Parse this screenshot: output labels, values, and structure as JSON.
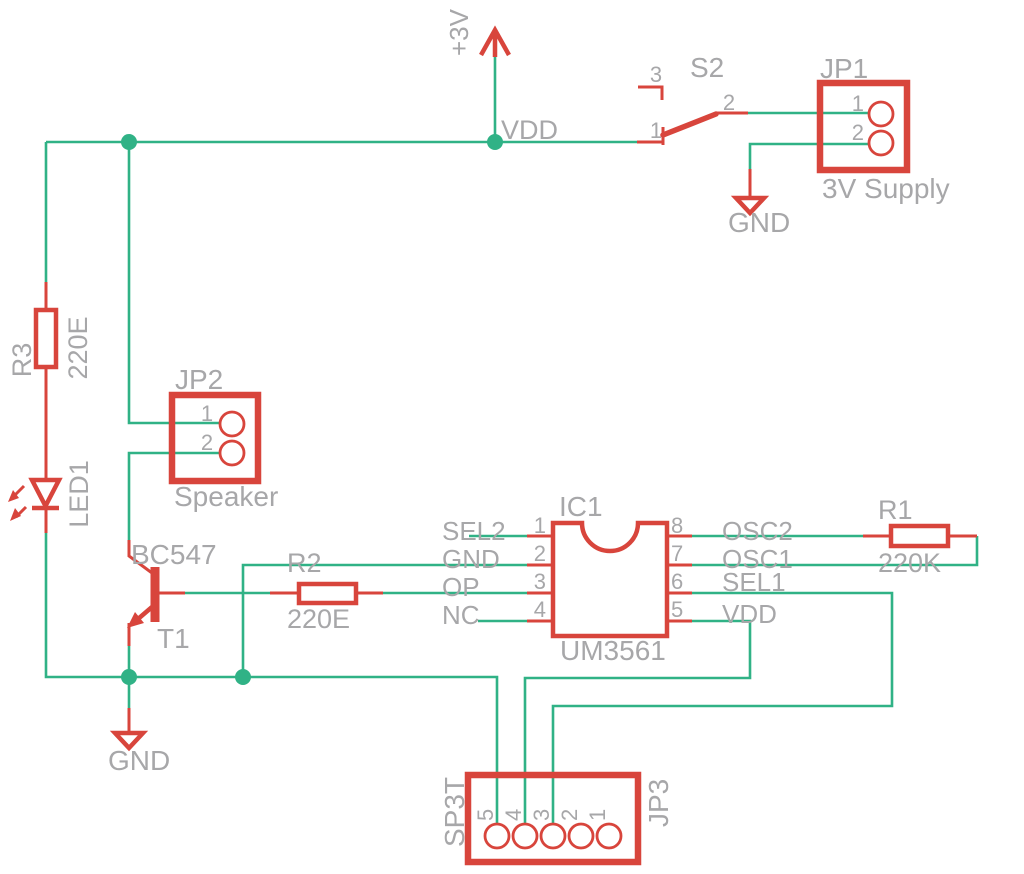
{
  "colors": {
    "wire_green": "#30B286",
    "component_red": "#D8453C",
    "label_gray": "#A7A7A9",
    "background": "#FFFFFF"
  },
  "power": {
    "plus3v_label": "+3V",
    "vdd_label": "VDD",
    "gnd_top_label": "GND",
    "gnd_bottom_label": "GND"
  },
  "s2": {
    "ref": "S2",
    "pin1": "1",
    "pin2": "2",
    "pin3": "3"
  },
  "jp1": {
    "ref": "JP1",
    "value": "3V Supply",
    "pin1": "1",
    "pin2": "2"
  },
  "r3": {
    "ref": "R3",
    "value": "220E"
  },
  "led1": {
    "ref": "LED1"
  },
  "jp2": {
    "ref": "JP2",
    "value": "Speaker",
    "pin1": "1",
    "pin2": "2"
  },
  "t1": {
    "ref": "T1",
    "value": "BC547"
  },
  "r2": {
    "ref": "R2",
    "value": "220E"
  },
  "r1": {
    "ref": "R1",
    "value": "220K"
  },
  "ic1": {
    "ref": "IC1",
    "value": "UM3561",
    "pins_left": [
      {
        "num": "1",
        "name": "SEL2"
      },
      {
        "num": "2",
        "name": "GND"
      },
      {
        "num": "3",
        "name": "OP"
      },
      {
        "num": "4",
        "name": "NC"
      }
    ],
    "pins_right": [
      {
        "num": "8",
        "name": "OSC2"
      },
      {
        "num": "7",
        "name": "OSC1"
      },
      {
        "num": "6",
        "name": "SEL1"
      },
      {
        "num": "5",
        "name": "VDD"
      }
    ]
  },
  "jp3": {
    "ref": "JP3",
    "value": "SP3T",
    "pins": [
      "5",
      "4",
      "3",
      "2",
      "1"
    ]
  }
}
